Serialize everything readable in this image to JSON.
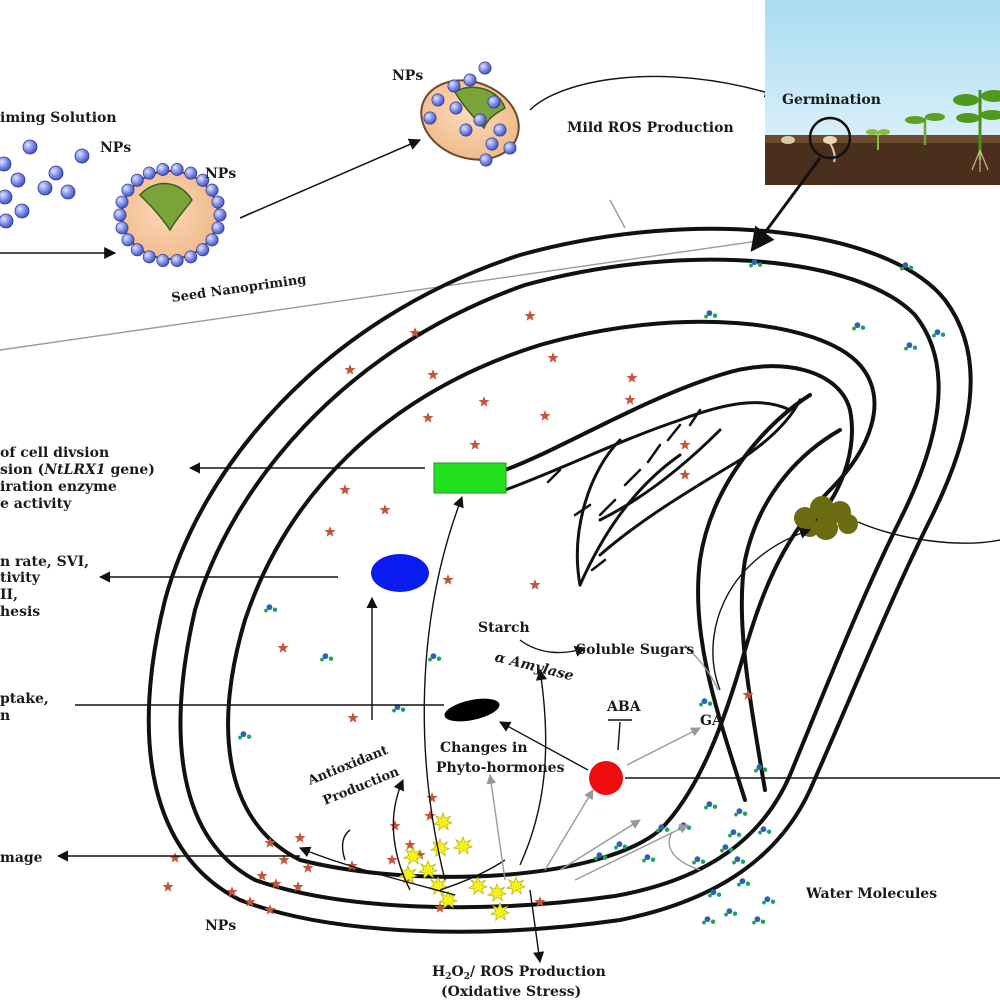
{
  "top_panel": {
    "priming_solution": "iming Solution",
    "nps_left": "NPs",
    "nps_coated": "NPs",
    "nps_top": "NPs",
    "seed_nanopriming": "Seed Nanopriming",
    "mild_ros": "Mild ROS Production",
    "germination": "Germination"
  },
  "effects": {
    "line1a": "of cell divsion",
    "line1b_pre": "sion (",
    "line1b_gene": "NtLRX1",
    "line1b_post": " gene)",
    "line1c": "iration enzyme",
    "line1d": "e activity",
    "line2a": "n rate, SVI,",
    "line2b": "tivity",
    "line2c": "II,",
    "line2d": "hesis",
    "line3a": "ptake,",
    "line3b": "n",
    "line4": "mage"
  },
  "inside": {
    "starch": "Starch",
    "alpha_amylase": "α Amylase",
    "soluble_sugars": "Soluble Sugars",
    "aba": "ABA",
    "ga": "GA",
    "changes_1": "Changes in",
    "changes_2": "Phyto-hormones",
    "antioxidant_1": "Antioxidant",
    "antioxidant_2": "Production",
    "water": "Water Molecules",
    "nps_bottom": "NPs",
    "ros_line1_pre": "H",
    "ros_line1_sub1": "2",
    "ros_line1_mid": "O",
    "ros_line1_sub2": "2",
    "ros_line1_post": "/ ROS Production",
    "ros_line2": "(Oxidative Stress)"
  },
  "colors": {
    "nanoparticle": "#6f7fe0",
    "green_box": "#22e01e",
    "blue_ellipse": "#0a1cf0",
    "red_dot": "#ee0d0d",
    "olive_cluster": "#6b6b12",
    "star": "#c4553a",
    "ros_burst": "#f5f21a",
    "water_blue": "#2a62b8",
    "water_green": "#1aa55a"
  }
}
